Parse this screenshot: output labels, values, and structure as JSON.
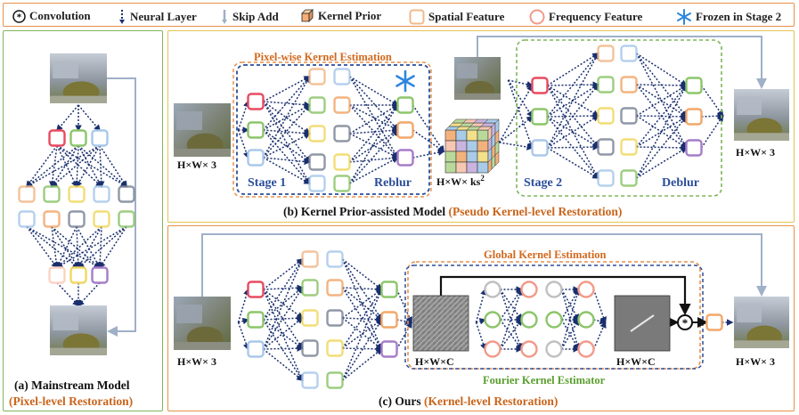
{
  "legend": {
    "convolution": "Convolution",
    "neural_layer": "Neural Layer",
    "skip_add": "Skip Add",
    "kernel_prior": "Kernel Prior",
    "spatial_feature": "Spatial Feature",
    "frequency_feature": "Frequency Feature",
    "frozen": "Frozen in Stage 2"
  },
  "panel_a": {
    "caption_line1": "(a) Mainstream Model",
    "caption_line2": "(Pixel-level Restoration)"
  },
  "panel_b": {
    "caption_main": "(b) Kernel Prior-assisted Model",
    "caption_paren": "(Pseudo Kernel-level Restoration)",
    "pixel_kernel_est": "Pixel-wise Kernel Estimation",
    "stage1": "Stage 1",
    "reblur": "Reblur",
    "stage2": "Stage 2",
    "deblur": "Deblur",
    "dims_in": "H×W× 3",
    "dims_kernel": "H×W× ks",
    "dims_kernel_sup": "2",
    "dims_out": "H×W× 3"
  },
  "panel_c": {
    "caption_main": "(c) Ours",
    "caption_paren": "(Kernel-level Restoration)",
    "global_kernel_est": "Global Kernel Estimation",
    "fourier_est": "Fourier Kernel Estimator",
    "dims_in": "H×W× 3",
    "dims_feat1": "H×W×C",
    "dims_feat2": "H×W×C",
    "dims_out": "H×W× 3"
  },
  "colors": {
    "red": "#e84a5f",
    "green": "#8cc56a",
    "blue": "#a9c8ea",
    "yellow": "#f0d860",
    "gray": "#7d8697",
    "orange": "#f2a76a",
    "purple": "#a67cc9",
    "salmon": "#f29a8a"
  }
}
